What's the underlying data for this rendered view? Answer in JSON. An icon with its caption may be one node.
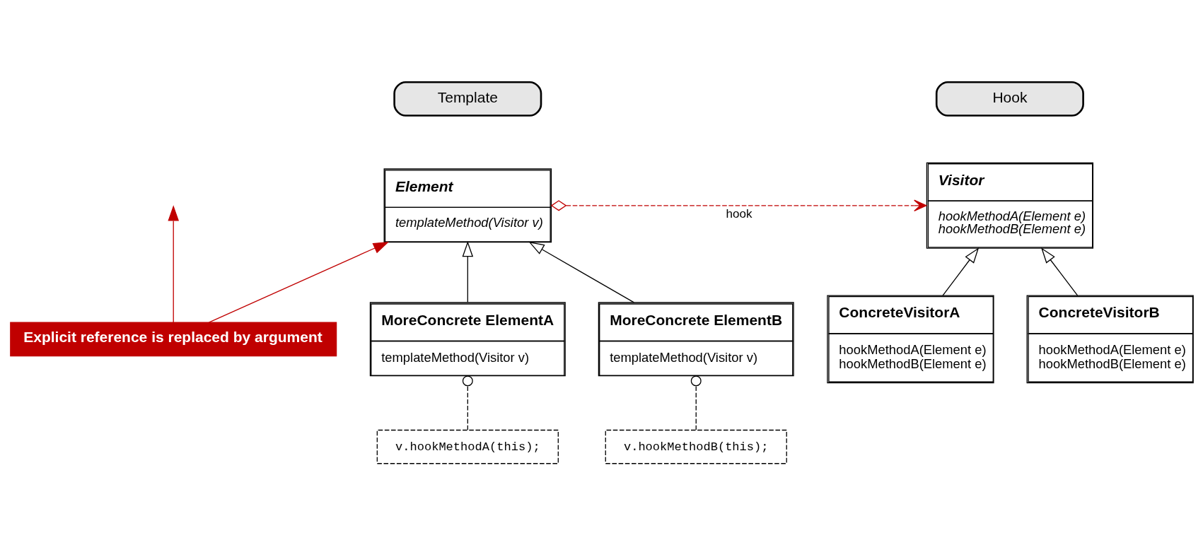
{
  "diagram": {
    "nodes": [
      {
        "text": [
          "Template"
        ]
      },
      {
        "text": [
          "Element",
          "templateMethod(Visitor v)"
        ]
      },
      {
        "text": [
          "Hook"
        ]
      },
      {
        "text": [
          "Visitor",
          "hookMethodA(Element e)",
          "hookMethodB(Element e)"
        ]
      },
      {
        "text": [
          "Explicit reference is replaced by argument"
        ]
      },
      {
        "text": [
          "MoreConcrete ElementA",
          "templateMethod(Visitor v)"
        ]
      },
      {
        "text": [
          "MoreConcrete ElementB",
          "templateMethod(Visitor v)"
        ]
      },
      {
        "text": [
          "ConcreteVisitorA",
          "hookMethodA(Element e)",
          "hookMethodB(Element e)"
        ]
      },
      {
        "text": [
          "ConcreteVisitorB",
          "hookMethodA(Element e)",
          "hookMethodB(Element e)"
        ]
      },
      {
        "text": [
          "v.hookMethodA(this);"
        ]
      },
      {
        "text": [
          "v.hookMethodB(this);"
        ]
      }
    ],
    "edges": [
      {
        "from": 1,
        "to": 3,
        "arrow": "to",
        "style": "dashed",
        "color": "#c00000",
        "label": "hook"
      },
      {
        "from": 4,
        "to": null,
        "arrow": "to",
        "color": "#c00000"
      },
      {
        "from": 4,
        "to": 1,
        "arrow": "to",
        "color": "#c00000"
      },
      {
        "from": 5,
        "to": 1,
        "arrow": "to"
      },
      {
        "from": 6,
        "to": 1,
        "arrow": "to"
      },
      {
        "from": 7,
        "to": 3,
        "arrow": "to"
      },
      {
        "from": 8,
        "to": 3,
        "arrow": "to"
      },
      {
        "from": 9,
        "to": 5,
        "arrow": "other",
        "style": "dashed"
      },
      {
        "from": 10,
        "to": 6,
        "arrow": "other",
        "style": "dashed"
      }
    ]
  }
}
